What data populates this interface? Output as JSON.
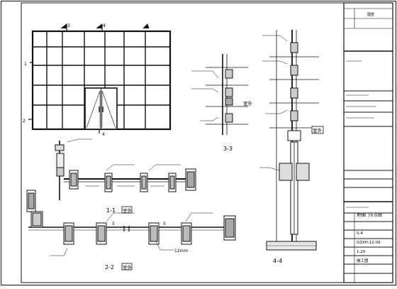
{
  "sections": {
    "s11": "1-1",
    "s22": "2-2",
    "s33": "3-3",
    "s44": "4-4"
  },
  "callouts": {
    "c1": "1",
    "c2": "2",
    "c3": "3",
    "c4": "4",
    "c4b": "4",
    "c5": "5",
    "room_a": "室外",
    "room_b": "室外",
    "room_c": "室外",
    "dim_12": "12mm"
  },
  "title_block": {
    "drawing_title": "地弹门节点图",
    "sheet_no": "S-4",
    "project_code": "Q3XH-12-06",
    "scale": "1:20",
    "stage": "施工图",
    "stamp": "图签"
  }
}
